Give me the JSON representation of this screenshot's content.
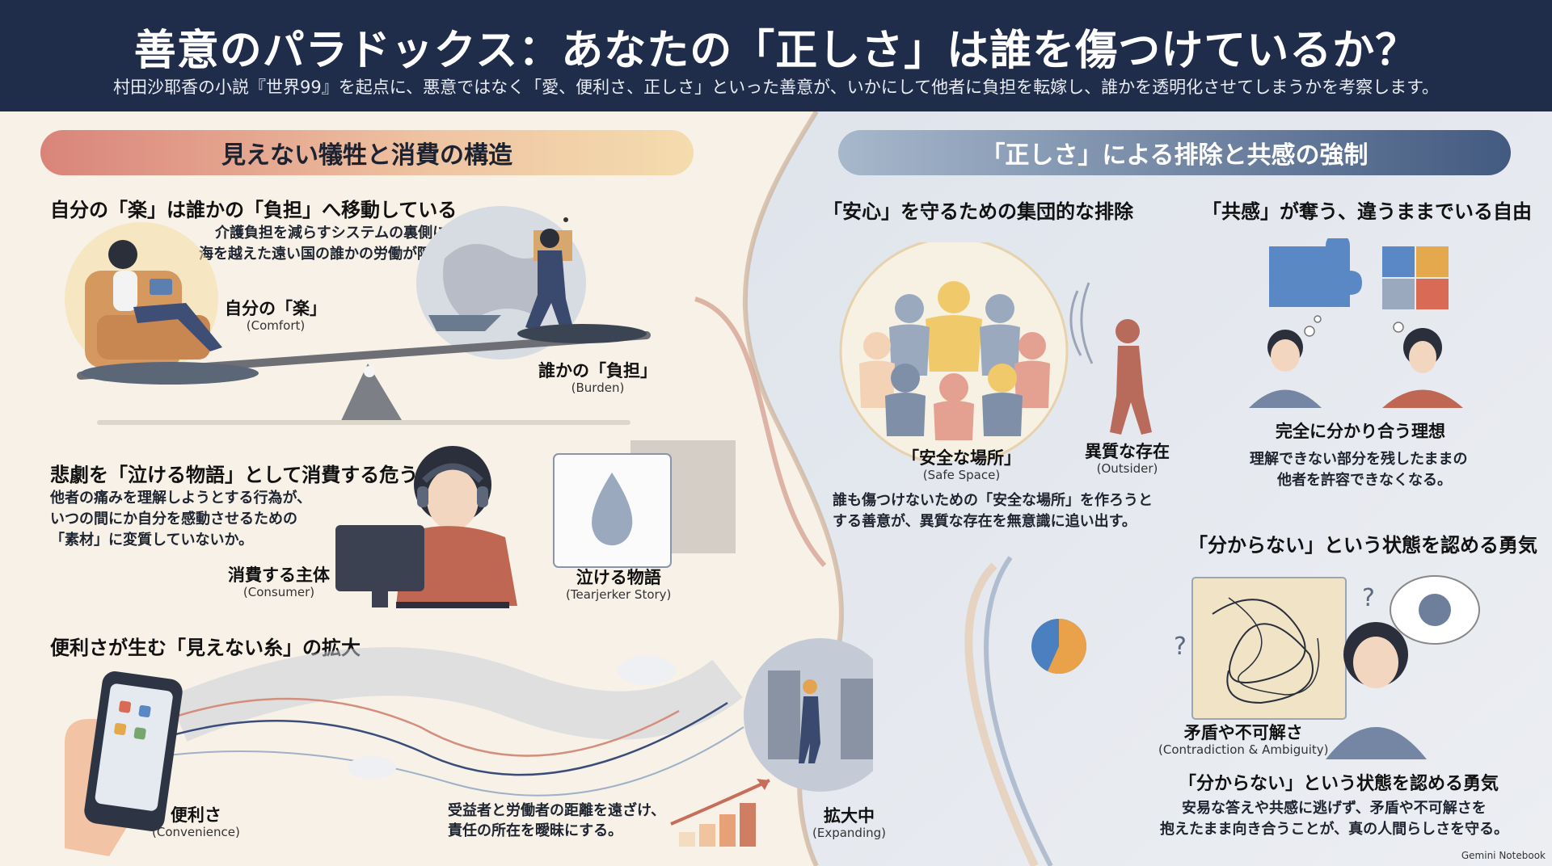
{
  "header": {
    "title": "善意のパラドックス：あなたの「正しさ」は誰を傷つけているか？",
    "subtitle": "村田沙耶香の小説『世界99』を起点に、悪意ではなく「愛、便利さ、正しさ」といった善意が、いかにして他者に負担を転嫁し、誰かを透明化させてしまうかを考察します。"
  },
  "left": {
    "section_title": "見えない犠牲と消費の構造",
    "burden": {
      "heading": "自分の「楽」は誰かの「負担」へ移動している",
      "text_1": "介護負担を減らすシステムの裏側には、",
      "text_2": "海を越えた遠い国の誰かの労働が隠れている。",
      "comfort_label": "自分の「楽」",
      "comfort_en": "(Comfort)",
      "burden_label": "誰かの「負担」",
      "burden_en": "(Burden)"
    },
    "tragedy": {
      "heading": "悲劇を「泣ける物語」として消費する危うさ",
      "text_1": "他者の痛みを理解しようとする行為が、",
      "text_2": "いつの間にか自分を感動させるための",
      "text_3": "「素材」に変質していないか。",
      "consumer_label": "消費する主体",
      "consumer_en": "(Consumer)",
      "story_label": "泣ける物語",
      "story_en": "(Tearjerker Story)"
    },
    "convenience": {
      "heading": "便利さが生む「見えない糸」の拡大",
      "conv_label": "便利さ",
      "conv_en": "(Convenience)",
      "text_1": "受益者と労働者の距離を遠ざけ、",
      "text_2": "責任の所在を曖昧にする。",
      "expand_label": "拡大中",
      "expand_en": "(Expanding)"
    }
  },
  "right": {
    "section_title": "「正しさ」による排除と共感の強制",
    "exclusion": {
      "heading": "「安心」を守るための集団的な排除",
      "safe_label": "「安全な場所」",
      "safe_en": "(Safe Space)",
      "outsider_label": "異質な存在",
      "outsider_en": "(Outsider)",
      "text_1": "誰も傷つけないための「安全な場所」を作ろうと",
      "text_2": "する善意が、異質な存在を無意識に追い出す。"
    },
    "empathy": {
      "heading": "「共感」が奪う、違うままでいる自由",
      "ideal_label": "完全に分かり合う理想",
      "text_1": "理解できない部分を残したままの",
      "text_2": "他者を許容できなくなる。"
    },
    "courage": {
      "heading": "「分からない」という状態を認める勇気",
      "contra_label": "矛盾や不可解さ",
      "contra_en": "(Contradiction & Ambiguity)",
      "heading_2": "「分からない」という状態を認める勇気",
      "text_1": "安易な答えや共感に逃げず、矛盾や不可解さを",
      "text_2": "抱えたまま向き合うことが、真の人間らしさを守る。"
    }
  },
  "footer": {
    "brand": "Gemini Notebook"
  },
  "colors": {
    "navy": "#1f2c4a",
    "coral": "#d9847a",
    "sand": "#f4dcae",
    "slate": "#435a80",
    "blue": "#4a7fc0",
    "orange": "#e9a24a"
  }
}
